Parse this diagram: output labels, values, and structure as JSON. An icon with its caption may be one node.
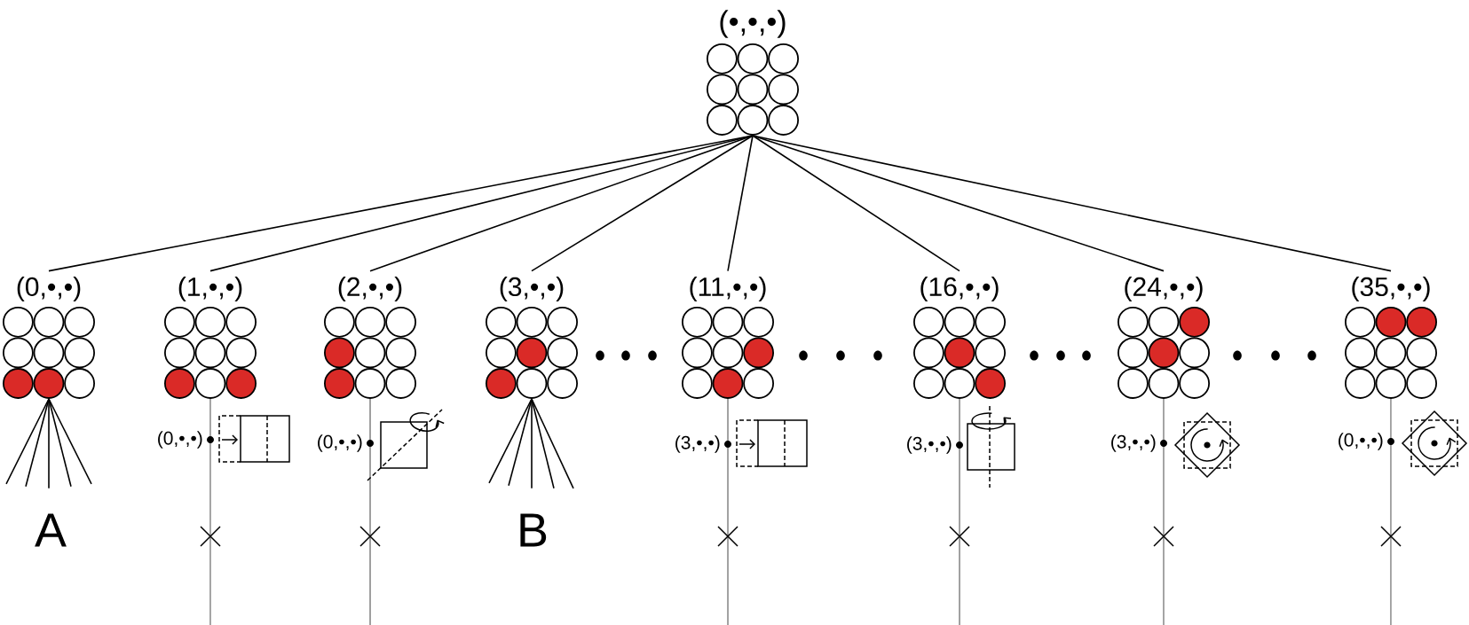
{
  "diagram": {
    "nodes": [
      {
        "text": [
          "(•,•,•)"
        ]
      },
      {
        "text": [
          "(0,•,•)"
        ]
      },
      {
        "text": [
          "(1,•,•)"
        ]
      },
      {
        "text": [
          "(2,•,•)"
        ]
      },
      {
        "text": [
          "(3,•,•)"
        ]
      },
      {
        "text": [
          "(11,•,•)"
        ]
      },
      {
        "text": [
          "(16,•,•)"
        ]
      },
      {
        "text": [
          "(24,•,•)"
        ]
      },
      {
        "text": [
          "(35,•,•)"
        ]
      }
    ],
    "edges": [
      {
        "from": 0,
        "to": 1,
        "arrow": "none"
      },
      {
        "from": 0,
        "to": 2,
        "arrow": "none"
      },
      {
        "from": 0,
        "to": 3,
        "arrow": "none"
      },
      {
        "from": 0,
        "to": 4,
        "arrow": "none"
      },
      {
        "from": 0,
        "to": 5,
        "arrow": "none"
      },
      {
        "from": 0,
        "to": 6,
        "arrow": "none"
      },
      {
        "from": 0,
        "to": 7,
        "arrow": "none"
      },
      {
        "from": 0,
        "to": 8,
        "arrow": "none"
      },
      {
        "from": 1,
        "to": null,
        "arrow": "none"
      },
      {
        "from": 1,
        "to": null,
        "arrow": "none"
      },
      {
        "from": 1,
        "to": null,
        "arrow": "none"
      },
      {
        "from": 1,
        "to": null,
        "arrow": "none"
      },
      {
        "from": 1,
        "to": null,
        "arrow": "none"
      },
      {
        "from": 2,
        "to": null,
        "arrow": "none",
        "color": "#808080"
      },
      {
        "from": 3,
        "to": null,
        "arrow": "none",
        "color": "#808080"
      },
      {
        "from": 4,
        "to": null,
        "arrow": "none"
      },
      {
        "from": 4,
        "to": null,
        "arrow": "none"
      },
      {
        "from": 4,
        "to": null,
        "arrow": "none"
      },
      {
        "from": 4,
        "to": null,
        "arrow": "none"
      },
      {
        "from": 4,
        "to": null,
        "arrow": "none"
      },
      {
        "from": 5,
        "to": null,
        "arrow": "none",
        "color": "#808080"
      },
      {
        "from": 6,
        "to": null,
        "arrow": "none",
        "color": "#808080"
      },
      {
        "from": 7,
        "to": null,
        "arrow": "none",
        "color": "#808080"
      },
      {
        "from": 8,
        "to": null,
        "arrow": "none",
        "color": "#808080"
      }
    ],
    "labels": [
      "(0,•,•)",
      "(0,•,•)",
      "(3,•,•)",
      "(3,•,•)",
      "(3,•,•)",
      "(0,•,•)",
      "A",
      "B"
    ]
  }
}
